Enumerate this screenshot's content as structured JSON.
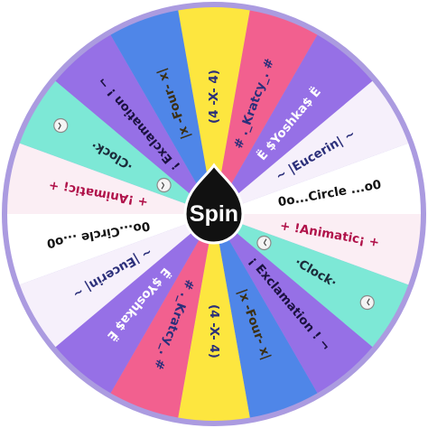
{
  "wheel": {
    "spin_label": "Spin",
    "colors": {
      "rim": "#ab9be0",
      "hub": "#111111",
      "hub_ring": "#ffffff"
    },
    "segments": [
      {
        "label": "(4 -X- 4)",
        "color": "#fde63f",
        "text_color": "#2b2f7a"
      },
      {
        "label": "# ._Kratcy_. #",
        "color": "#f2608f",
        "text_color": "#2b2f7a"
      },
      {
        "label": "Ë $Yoshka$ Ë",
        "color": "#9670e6",
        "text_color": "#ffffff"
      },
      {
        "label": "~ |Eucerin| ~",
        "color": "#f6f0fb",
        "text_color": "#2b2f7a"
      },
      {
        "label": "0o...Circle ...o0",
        "color": "#ffffff",
        "text_color": "#111111"
      },
      {
        "label": "+ !Animatic¡ +",
        "color": "#fbeef4",
        "text_color": "#b0124a"
      },
      {
        "label": "·Clock·",
        "color": "#7de8d6",
        "text_color": "#1b2b3a",
        "icon": "clock-icon"
      },
      {
        "label": "¡ Exclamation ! ¬",
        "color": "#9670e6",
        "text_color": "#1b1140"
      },
      {
        "label": "|x -Four- x|",
        "color": "#4f86e8",
        "text_color": "#3b2f12"
      },
      {
        "label": "(4 -X- 4)",
        "color": "#fde63f",
        "text_color": "#2b2f7a"
      },
      {
        "label": "# ._Kratcy_. #",
        "color": "#f2608f",
        "text_color": "#2b2f7a"
      },
      {
        "label": "Ë $Yoshka$ Ë",
        "color": "#9670e6",
        "text_color": "#ffffff"
      },
      {
        "label": "~ |Eucerin| ~",
        "color": "#f6f0fb",
        "text_color": "#2b2f7a"
      },
      {
        "label": "0o...Circle ...o0",
        "color": "#ffffff",
        "text_color": "#111111"
      },
      {
        "label": "+ !Animatic¡ +",
        "color": "#fbeef4",
        "text_color": "#b0124a"
      },
      {
        "label": "·Clock·",
        "color": "#7de8d6",
        "text_color": "#1b2b3a",
        "icon": "clock-icon"
      },
      {
        "label": "¡ Exclamation ! ¬",
        "color": "#9670e6",
        "text_color": "#1b1140"
      },
      {
        "label": "|x -Four- x|",
        "color": "#4f86e8",
        "text_color": "#3b2f12"
      }
    ]
  }
}
